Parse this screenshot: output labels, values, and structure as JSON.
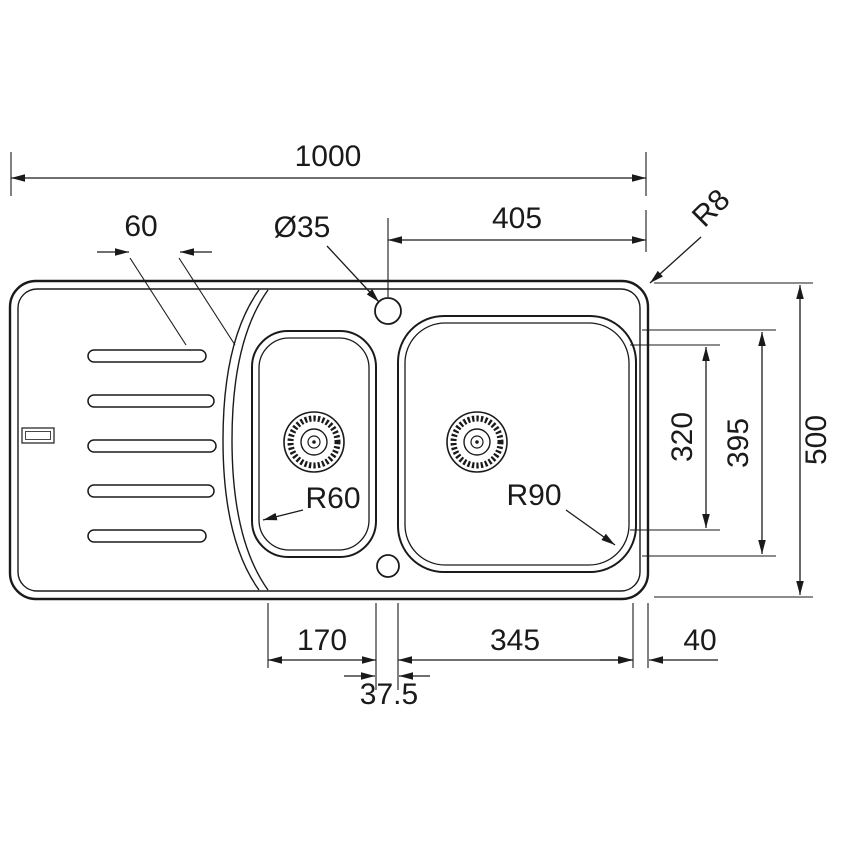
{
  "dims": {
    "overall_width": "1000",
    "groove_dim": "60",
    "tap_hole": "Ø35",
    "tap_to_edge": "405",
    "corner_radius": "R8",
    "overall_depth": "500",
    "bowl_depth_outer": "395",
    "bowl_depth_inner": "320",
    "small_bowl_corner": "R60",
    "large_bowl_corner": "R90",
    "small_bowl_width": "170",
    "large_bowl_width": "345",
    "edge_offset": "40",
    "bowl_gap": "37.5"
  },
  "colors": {
    "line": "#1a1a1a",
    "background": "#ffffff"
  }
}
